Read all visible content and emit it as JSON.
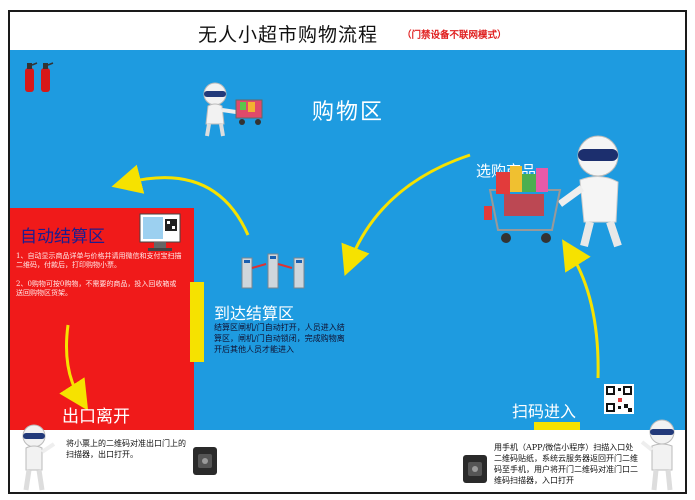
{
  "title": {
    "main": "无人小超市购物流程",
    "sub": "（门禁设备不联网模式）"
  },
  "zones": {
    "shopping": "购物区",
    "choose": "选购商品",
    "auto_checkout": "自动结算区",
    "arrive_checkout": "到达结算区",
    "exit": "出口离开",
    "scan_enter": "扫码进入"
  },
  "notes": {
    "auto_checkout_1": "1、自动显示商品详单与价格并请用微信和支付宝扫描二维码，付款后，打印购物小票。",
    "auto_checkout_2": "2、0购物可按0购物，不需要的商品，投入回收箱或送回购物区货架。",
    "arrive_checkout": "结算区闸机/门自动打开，人员进入结算区，闸机/门自动锁闭，完成购物离开后其他人员才能进入",
    "exit": "将小票上的二维码对准出口门上的扫描器，出口打开。",
    "enter": "用手机（APP/微信小程序）扫描入口处二维码贴纸，系统云服务器返回开门二维码至手机，用户将开门二维码对准门口二维码扫描器，入口打开"
  },
  "colors": {
    "floor": "#1e9be0",
    "checkout_zone": "#f01a1a",
    "door": "#f6e200",
    "arrow": "#f6e200"
  },
  "icons": [
    "fire-extinguisher-icon",
    "robot-shopper-icon",
    "shopping-cart-icon",
    "turnstile-gate-icon",
    "checkout-terminal-icon",
    "qr-code-icon",
    "scanner-icon"
  ]
}
